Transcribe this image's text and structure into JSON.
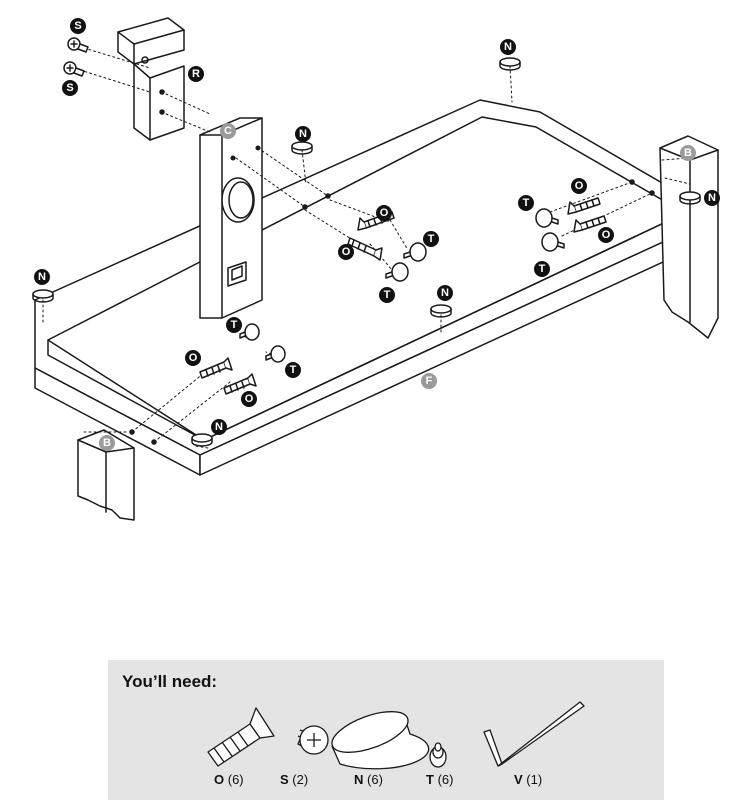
{
  "diagram": {
    "part_labels": {
      "B": "B",
      "C": "C",
      "F": "F",
      "R": "R"
    },
    "hardware_callouts": {
      "N": "N",
      "O": "O",
      "S": "S",
      "T": "T"
    }
  },
  "needs": {
    "title": "You’ll need:",
    "items": [
      {
        "letter": "O",
        "qty": "(6)"
      },
      {
        "letter": "S",
        "qty": "(2)"
      },
      {
        "letter": "N",
        "qty": "(6)"
      },
      {
        "letter": "T",
        "qty": "(6)"
      },
      {
        "letter": "V",
        "qty": "(1)"
      }
    ]
  },
  "colors": {
    "outline": "#1a1a1a",
    "callout_badge": "#111111",
    "part_badge": "#9a9a9a",
    "panel_bg": "#e4e4e4"
  }
}
